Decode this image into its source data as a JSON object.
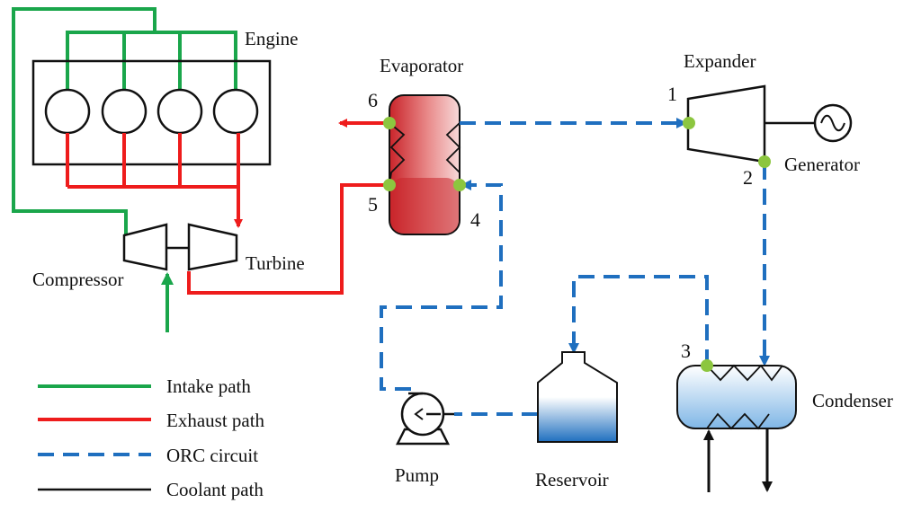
{
  "labels": {
    "engine": "Engine",
    "evaporator": "Evaporator",
    "expander": "Expander",
    "generator": "Generator",
    "turbine": "Turbine",
    "compressor": "Compressor",
    "pump": "Pump",
    "reservoir": "Reservoir",
    "condenser": "Condenser"
  },
  "state_points": [
    "1",
    "2",
    "3",
    "4",
    "5",
    "6"
  ],
  "legend": [
    {
      "label": "Intake path",
      "color": "#1aa64b",
      "style": "solid"
    },
    {
      "label": "Exhaust path",
      "color": "#ee1c1c",
      "style": "solid"
    },
    {
      "label": "ORC circuit",
      "color": "#1f6fbf",
      "style": "dashed"
    },
    {
      "label": "Coolant path",
      "color": "#111111",
      "style": "solid"
    }
  ],
  "colors": {
    "intake": "#1aa64b",
    "exhaust": "#ee1c1c",
    "orc": "#1f6fbf",
    "coolant": "#111111",
    "node": "#8cc63f"
  }
}
